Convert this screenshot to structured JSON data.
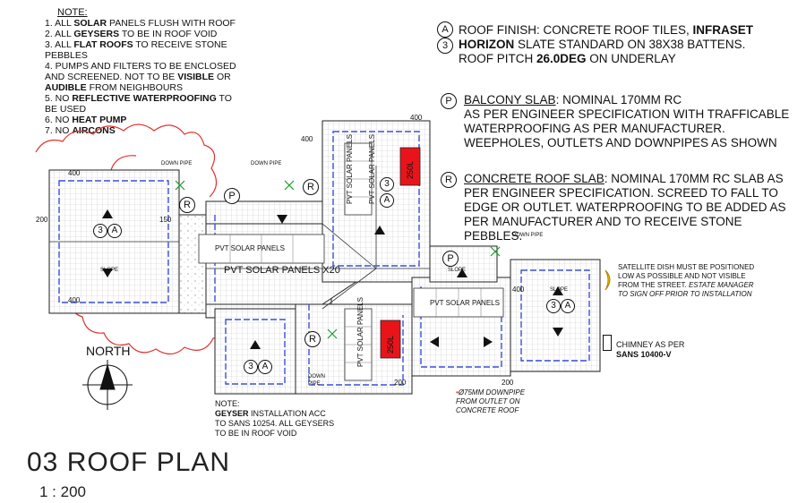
{
  "notes": {
    "heading": "NOTE:",
    "items": [
      {
        "pre": "1. ALL ",
        "bold": "SOLAR",
        "post": " PANELS FLUSH WITH ROOF"
      },
      {
        "pre": "2. ALL ",
        "bold": "GEYSERS",
        "post": " TO BE IN ROOF VOID"
      },
      {
        "pre": "3. ALL ",
        "bold": "FLAT ROOFS",
        "post": " TO RECEIVE STONE"
      },
      {
        "pre": "PEBBLES",
        "bold": "",
        "post": ""
      },
      {
        "pre": "4. PUMPS AND FILTERS TO BE ENCLOSED",
        "bold": "",
        "post": ""
      },
      {
        "pre": "AND SCREENED. NOT TO BE ",
        "bold": "VISIBLE",
        "post": " OR"
      },
      {
        "pre": "",
        "bold": "AUDIBLE",
        "post": " FROM NEIGHBOURS"
      },
      {
        "pre": "5. NO ",
        "bold": "REFLECTIVE WATERPROOFING",
        "post": " TO"
      },
      {
        "pre": "BE USED",
        "bold": "",
        "post": ""
      },
      {
        "pre": "6. NO ",
        "bold": "HEAT PUMP",
        "post": ""
      },
      {
        "pre": "7. NO ",
        "bold": "AIRCONS",
        "post": ""
      }
    ]
  },
  "roof_finish": {
    "markers": [
      "A",
      "3"
    ],
    "line1_pre": "ROOF FINISH: CONCRETE ROOF TILES, ",
    "line1_bold": "INFRASET",
    "line2_bold": "HORIZON",
    "line2_post": " SLATE STANDARD ON 38x38 BATTENS.",
    "line3_pre": "ROOF PITCH ",
    "line3_bold": "26.0DEG",
    "line3_post": " ON UNDERLAY"
  },
  "balcony": {
    "marker": "P",
    "title": "BALCONY SLAB",
    "line1": ": NOMINAL 170mm RC",
    "line2": "AS PER ENGINEER SPECIFICATION WITH TRAFFICABLE",
    "line3": "WATERPROOFING AS PER MANUFACTURER.",
    "line4": "WEEPHOLES, OUTLETS AND DOWNPIPES AS SHOWN"
  },
  "concrete": {
    "marker": "R",
    "title": "CONCRETE ROOF SLAB",
    "line1": ": NOMINAL 170mm RC SLAB AS",
    "line2": "PER ENGINEER SPECIFICATION. SCREED TO FALL TO",
    "line3": "EDGE OR  OUTLET. WATERPROOFING TO BE ADDED AS",
    "line4": "PER MANUFACTURER AND TO RECEIVE STONE PEBBLES."
  },
  "plan_labels": {
    "pvt_x20": "PVT SOLAR PANELS X20",
    "pvt": "PVT SOLAR PANELS",
    "pvt_upper": "PVT SOLAR PANELS",
    "pvt_v1": "PVT SOLAR PANELS",
    "pvt_v2": "PVT SOLAR PANELS",
    "pvt_v3": "PVT SOLAR PANELS",
    "geyser1": "250L",
    "geyser2": "250L",
    "geyser_word": "GEYSER",
    "down_pipe": "DOWN PIPE",
    "down": "DOWN",
    "pipe": "PIPE",
    "slope": "SLOPE",
    "dim_400": "400",
    "dim_200": "200",
    "dim_150": "150",
    "roof_code_num": "3",
    "roof_code_letter": "A",
    "marker_p": "P",
    "marker_r": "R"
  },
  "north": {
    "label": "NORTH"
  },
  "satellite_note": {
    "line1": "SATELLITE DISH MUST BE POSITIONED",
    "line2": "LOW AS POSSIBLE AND NOT VISIBLE",
    "line3_pre": "FROM THE STREET. ",
    "line3_italic": "ESTATE MANAGER",
    "line4": "TO SIGN OFF PRIOR TO INSTALLATION"
  },
  "chimney_note": {
    "line1": "CHIMNEY AS PER",
    "line2": "SANS 10400-V"
  },
  "downpipe_note": {
    "line1": "Ø75mm DOWNPIPE",
    "line2": "FROM OUTLET ON",
    "line3": "CONCRETE ROOF"
  },
  "geyser_note": {
    "line1": "NOTE:",
    "line2_bold": "GEYSER",
    "line2_post": " INSTALLATION ACC",
    "line3": "TO SANS 10254. ALL GEYSERS",
    "line4": "TO BE IN ROOF VOID"
  },
  "title": {
    "name": "03 ROOF PLAN",
    "scale": "1 : 200"
  },
  "colors": {
    "line": "#222222",
    "blue": "#3d4fd6",
    "red_cloud": "#e0332e",
    "geyser": "#e8141a",
    "hatch": "#bdbdbd",
    "green": "#1a9a2a"
  }
}
